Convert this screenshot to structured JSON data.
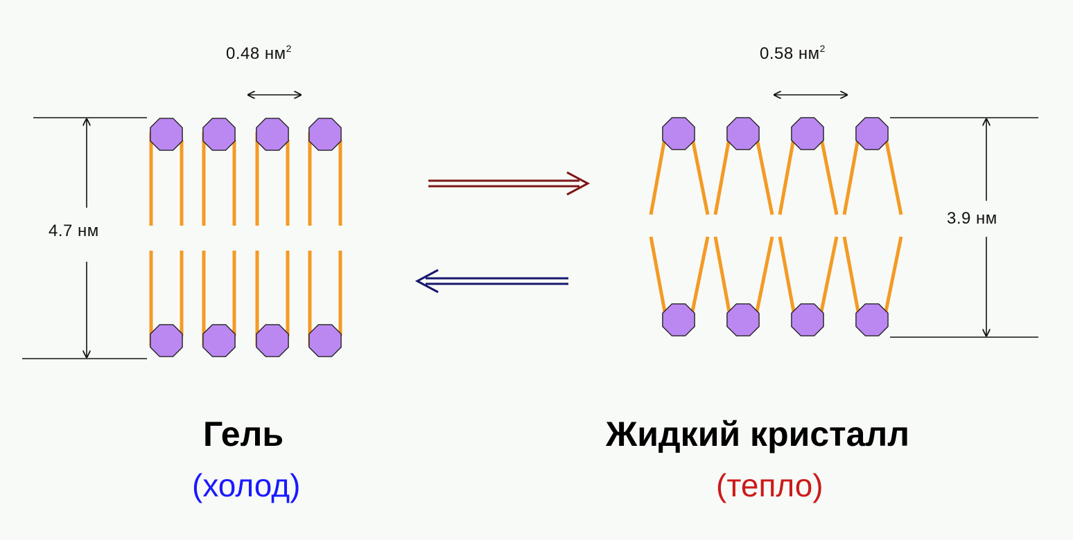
{
  "gel": {
    "title": "Гель",
    "condition": "(холод)",
    "thickness": "4.7 нм",
    "area_value": "0.48 нм",
    "area_exp": "2"
  },
  "liquid_crystal": {
    "title": "Жидкий кристалл",
    "condition": "(тепло)",
    "thickness": "3.9 нм",
    "area_value": "0.58 нм",
    "area_exp": "2"
  },
  "colors": {
    "head_fill": "#bb88f2",
    "tail": "#f39b25",
    "heating_arrow": "#7d1717",
    "cooling_arrow": "#17176e",
    "cold_label": "#1a1aff",
    "warm_label": "#cc1a1a"
  },
  "icons": {
    "heating_arrow": "double-line-right-arrow",
    "cooling_arrow": "double-line-left-arrow"
  }
}
